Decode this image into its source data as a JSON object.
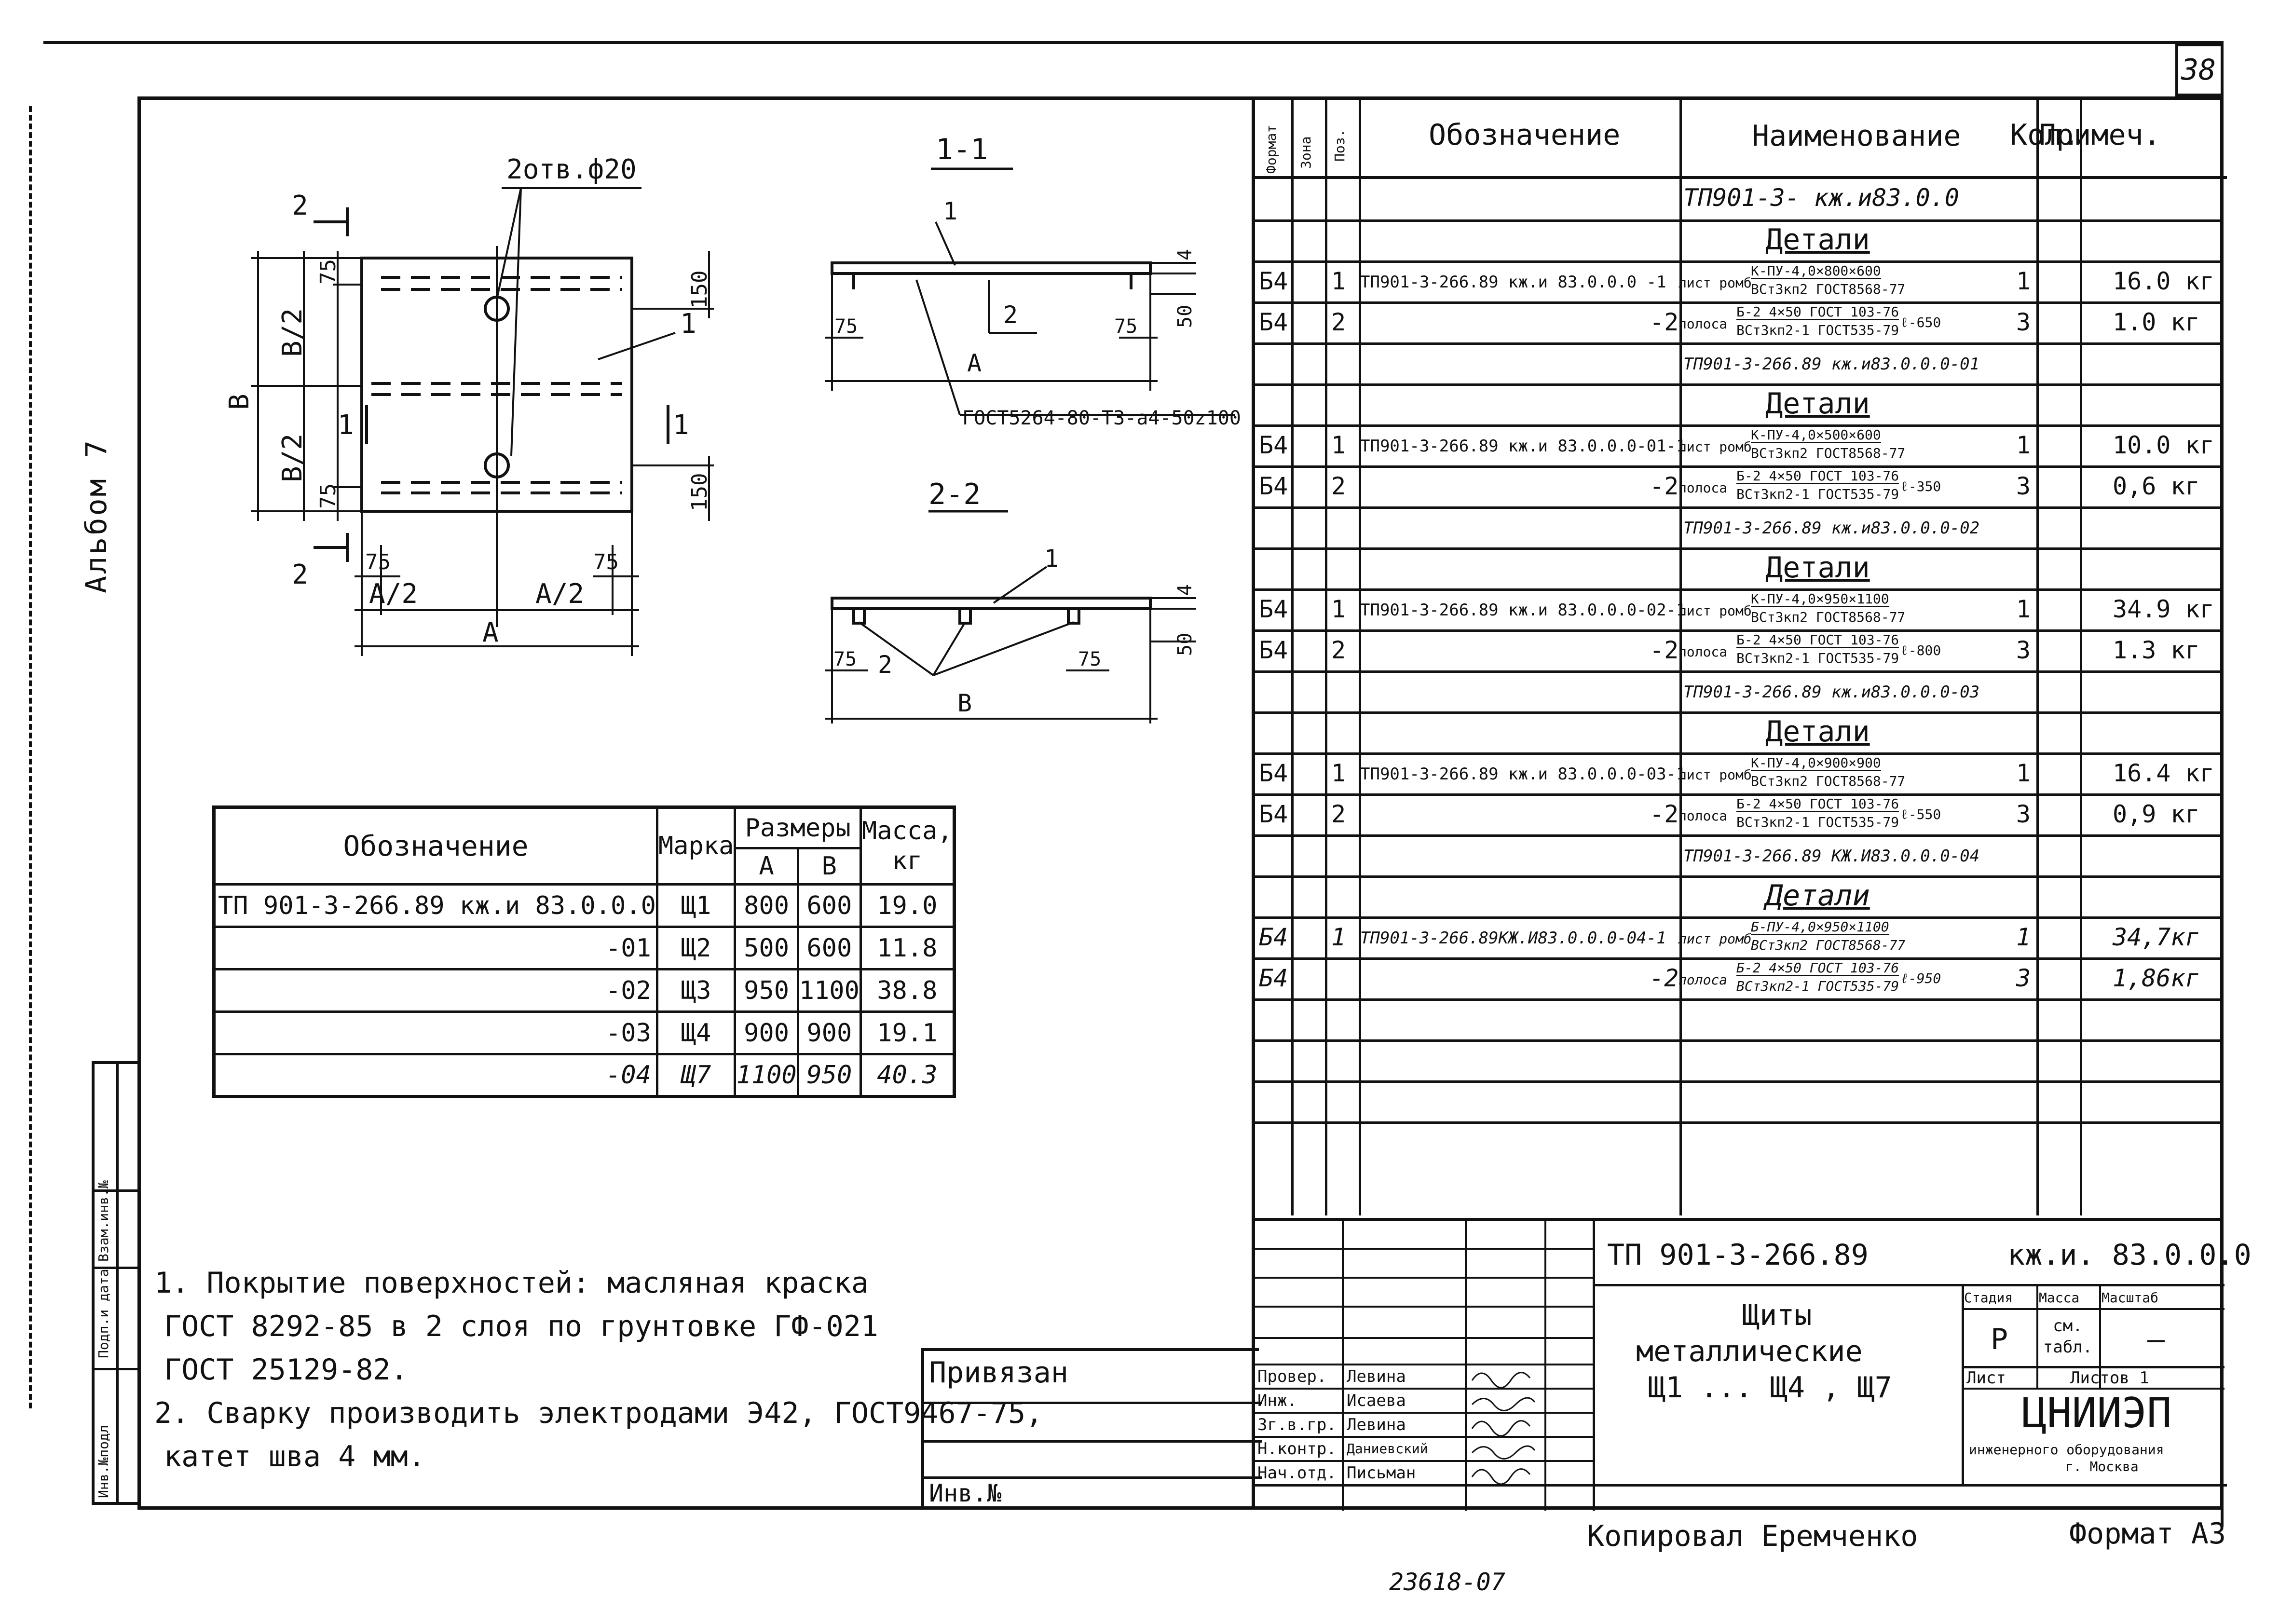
{
  "sheet": {
    "number": "38",
    "album": "Альбом 7",
    "format": "Формат А3",
    "copied": "Копировал Еремченко",
    "archive_no": "23618-07"
  },
  "left_strip": {
    "cells": [
      "Инв.№подл",
      "Подп.и дата",
      "Взам.инв.№"
    ]
  },
  "drawing": {
    "holes_label": "2отв.ф20",
    "section_marks": [
      "2",
      "2",
      "1",
      "1"
    ],
    "dims": [
      "75",
      "75",
      "150",
      "150",
      "B/2",
      "B/2",
      "B",
      "75",
      "75",
      "A/2",
      "A/2",
      "A"
    ],
    "part_label": "1",
    "section_1": {
      "title": "1-1",
      "labels": [
        "1",
        "2",
        "4",
        "50",
        "75",
        "75",
        "A"
      ],
      "weld_note": "ГОСТ5264-80-Т3-а4-50z100"
    },
    "section_2": {
      "title": "2-2",
      "labels": [
        "1",
        "2",
        "4",
        "50",
        "75",
        "75",
        "B"
      ]
    }
  },
  "size_table": {
    "header": {
      "designation": "Обозначение",
      "mark": "Марка",
      "sizes": "Размеры",
      "a": "А",
      "b": "В",
      "mass": "Масса, кг"
    },
    "rows": [
      {
        "designation": "ТП 901-3-266.89   кж.и 83.0.0.0",
        "mark": "Щ1",
        "a": "800",
        "b": "600",
        "mass": "19.0"
      },
      {
        "designation": "-01",
        "mark": "Щ2",
        "a": "500",
        "b": "600",
        "mass": "11.8"
      },
      {
        "designation": "-02",
        "mark": "Щ3",
        "a": "950",
        "b": "1100",
        "mass": "38.8"
      },
      {
        "designation": "-03",
        "mark": "Щ4",
        "a": "900",
        "b": "900",
        "mass": "19.1"
      },
      {
        "designation": "-04",
        "mark": "Щ7",
        "a": "1100",
        "b": "950",
        "mass": "40.3"
      }
    ]
  },
  "spec_table": {
    "header": {
      "format": "Формат",
      "zone": "Зона",
      "pos": "Поз.",
      "designation": "Обозначение",
      "name": "Наименование",
      "qty": "Кол.",
      "note": "Примеч."
    },
    "rows": [
      {
        "kind": "doc",
        "name": "ТП901-3-       кж.и83.0.0"
      },
      {
        "kind": "section",
        "name": "Детали"
      },
      {
        "kind": "item",
        "format": "Б4",
        "pos": "1",
        "designation": "ТП901-3-266.89 кж.и 83.0.0.0 -1",
        "name_a": "лист ромб",
        "name_top": "К-ПУ-4,0×800×600",
        "name_bottom": "ВСт3кп2 ГОСТ8568-77",
        "name_suffix": "",
        "qty": "1",
        "note": "16.0 кг"
      },
      {
        "kind": "item",
        "format": "Б4",
        "pos": "2",
        "designation": "-2",
        "name_a": "полоса",
        "name_top": "Б-2 4×50 ГОСТ 103-76",
        "name_bottom": "ВСт3кп2-1 ГОСТ535-79",
        "name_suffix": "ℓ-650",
        "qty": "3",
        "note": "1.0 кг"
      },
      {
        "kind": "doc",
        "name": "ТП901-3-266.89   кж.и83.0.0.0-01"
      },
      {
        "kind": "section",
        "name": "Детали"
      },
      {
        "kind": "item",
        "format": "Б4",
        "pos": "1",
        "designation": "ТП901-3-266.89 кж.и 83.0.0.0-01-1",
        "name_a": "лист ромб",
        "name_top": "К-ПУ-4,0×500×600",
        "name_bottom": "ВСт3кп2 ГОСТ8568-77",
        "name_suffix": "",
        "qty": "1",
        "note": "10.0 кг"
      },
      {
        "kind": "item",
        "format": "Б4",
        "pos": "2",
        "designation": "-2",
        "name_a": "полоса",
        "name_top": "Б-2 4×50 ГОСТ 103-76",
        "name_bottom": "ВСт3кп2-1 ГОСТ535-79",
        "name_suffix": "ℓ-350",
        "qty": "3",
        "note": "0,6 кг"
      },
      {
        "kind": "doc",
        "name": "ТП901-3-266.89   кж.и83.0.0.0-02"
      },
      {
        "kind": "section",
        "name": "Детали"
      },
      {
        "kind": "item",
        "format": "Б4",
        "pos": "1",
        "designation": "ТП901-3-266.89 кж.и 83.0.0.0-02-1",
        "name_a": "лист ромб",
        "name_top": "К-ПУ-4,0×950×1100",
        "name_bottom": "ВСт3кп2 ГОСТ8568-77",
        "name_suffix": "",
        "qty": "1",
        "note": "34.9 кг"
      },
      {
        "kind": "item",
        "format": "Б4",
        "pos": "2",
        "designation": "-2",
        "name_a": "полоса",
        "name_top": "Б-2 4×50 ГОСТ 103-76",
        "name_bottom": "ВСт3кп2-1 ГОСТ535-79",
        "name_suffix": "ℓ-800",
        "qty": "3",
        "note": "1.3 кг"
      },
      {
        "kind": "doc",
        "name": "ТП901-3-266.89   кж.и83.0.0.0-03"
      },
      {
        "kind": "section",
        "name": "Детали"
      },
      {
        "kind": "item",
        "format": "Б4",
        "pos": "1",
        "designation": "ТП901-3-266.89 кж.и 83.0.0.0-03-1",
        "name_a": "лист ромб",
        "name_top": "К-ПУ-4,0×900×900",
        "name_bottom": "ВСт3кп2 ГОСТ8568-77",
        "name_suffix": "",
        "qty": "1",
        "note": "16.4 кг"
      },
      {
        "kind": "item",
        "format": "Б4",
        "pos": "2",
        "designation": "-2",
        "name_a": "полоса",
        "name_top": "Б-2 4×50 ГОСТ 103-76",
        "name_bottom": "ВСт3кп2-1 ГОСТ535-79",
        "name_suffix": "ℓ-550",
        "qty": "3",
        "note": "0,9 кг"
      },
      {
        "kind": "doc",
        "name": "ТП901-3-266.89 КЖ.И83.0.0.0-04"
      },
      {
        "kind": "section",
        "name": "Детали"
      },
      {
        "kind": "item",
        "format": "Б4",
        "pos": "1",
        "designation": "ТП901-3-266.89КЖ.И83.0.0.0-04-1",
        "name_a": "лист ромб",
        "name_top": "Б-ПУ-4,0×950×1100",
        "name_bottom": "ВСт3кп2 ГОСТ8568-77",
        "name_suffix": "",
        "qty": "1",
        "note": "34,7кг"
      },
      {
        "kind": "item",
        "format": "Б4",
        "pos": "",
        "designation": "-2",
        "name_a": "полоса",
        "name_top": "Б-2 4×50 ГОСТ 103-76",
        "name_bottom": "ВСт3кп2-1 ГОСТ535-79",
        "name_suffix": "ℓ-950",
        "qty": "3",
        "note": "1,86кг"
      }
    ]
  },
  "notes": {
    "lines": [
      "1. Покрытие поверхностей: масляная краска",
      "ГОСТ 8292-85  в 2 слоя по грунтовке ГФ-021",
      "ГОСТ 25129-82.",
      "2. Сварку производить электродами Э42, ГОСТ9467-75,",
      "катет шва 4 мм."
    ]
  },
  "binding": {
    "privyazan": "Привязан",
    "inv": "Инв.№"
  },
  "title_block": {
    "doc_number": "ТП 901-3-266.89",
    "doc_code": "кж.и. 83.0.0.0",
    "title_lines": [
      "Щиты",
      "металлические",
      "Щ1 ... Щ4 , Щ7"
    ],
    "stage_label": "Стадия",
    "mass_label": "Масса",
    "scale_label": "Масштаб",
    "stage": "Р",
    "mass_value": "см. табл.",
    "scale_value": "—",
    "sheet_label": "Лист",
    "sheets_label": "Листов 1",
    "org_name": "ЦНИИЭП",
    "org_sub": "инженерного оборудования",
    "org_city": "г. Москва",
    "signers": [
      {
        "role": "Провер.",
        "name": "Левина"
      },
      {
        "role": "Инж.",
        "name": "Исаева"
      },
      {
        "role": "Зг.в.гр.",
        "name": "Левина"
      },
      {
        "role": "Н.контр.",
        "name": "Даниевский"
      },
      {
        "role": "Нач.отд.",
        "name": "Письман"
      }
    ]
  }
}
